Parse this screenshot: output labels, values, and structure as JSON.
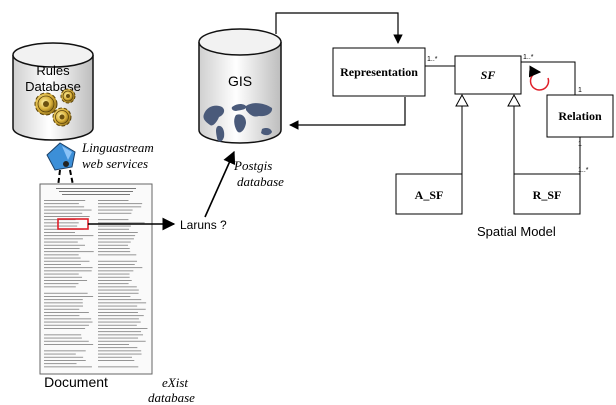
{
  "rules_db": {
    "line1": "Rules",
    "line2": "Database"
  },
  "gis_db": {
    "label": "GIS",
    "caption_line1": "Postgis",
    "caption_line2": "database"
  },
  "services": {
    "line1": "Linguastream",
    "line2": "web services"
  },
  "document": {
    "label": "Document",
    "caption_line1": "eXist",
    "caption_line2": "database"
  },
  "query": {
    "label": "Laruns ?"
  },
  "model": {
    "title": "Spatial Model",
    "classes": {
      "representation": "Representation",
      "sf": "SF",
      "relation": "Relation",
      "a_sf": "A_SF",
      "r_sf": "R_SF"
    },
    "multiplicities": {
      "rep_sf": "1..*",
      "sf_relation": "1..*",
      "relation_top": "1",
      "relation_bottom": "1",
      "rsf_relation": "1..*"
    }
  },
  "colors": {
    "highlight": "#e0202a",
    "map": "#4a5a7a",
    "gear": "#c9a12a",
    "lens": "#3c8fd8"
  }
}
